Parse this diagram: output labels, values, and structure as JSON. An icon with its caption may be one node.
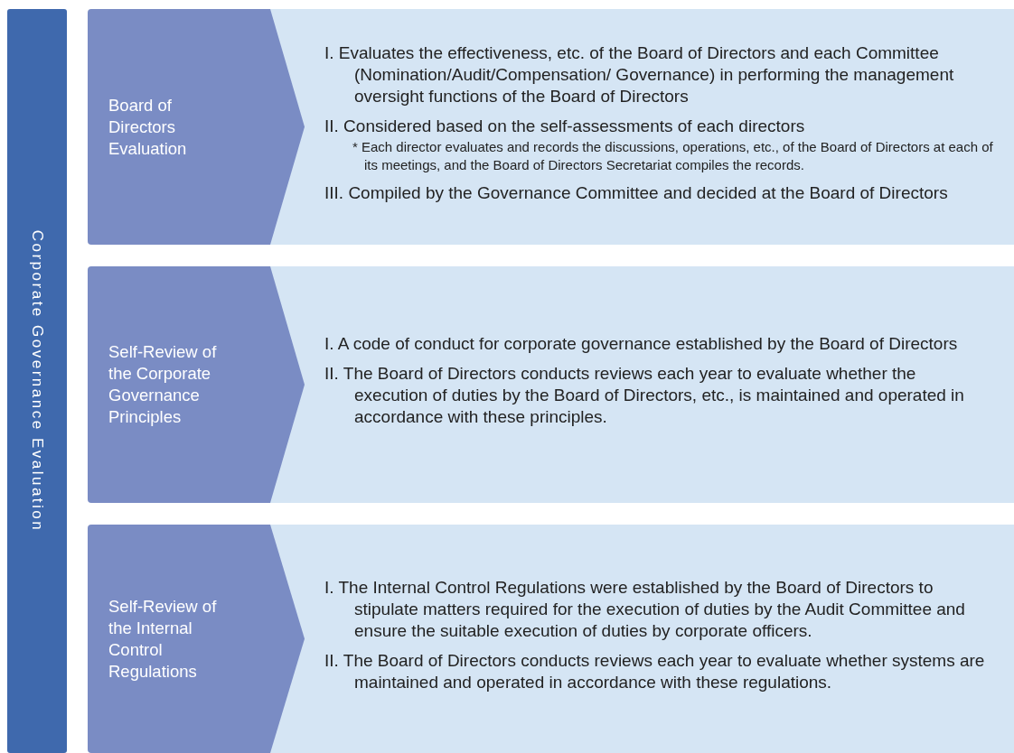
{
  "diagram": {
    "nodes": [
      {
        "text": [
          "Corporate Governance Evaluation"
        ]
      },
      {
        "text": [
          "Board of Directors Evaluation"
        ]
      },
      {
        "text": [
          "I. Evaluates the effectiveness, etc. of the Board of Directors and each Committee (Nomination/Audit/Compensation/ Governance) in performing the management oversight functions of the Board of Directors",
          "II. Considered based on the self-assessments of each directors",
          "* Each director evaluates and records the discussions, operations, etc., of the Board of Directors at each of its meetings, and the Board of Directors Secretariat compiles the records.",
          "III. Compiled by the Governance Committee and decided at the Board of Directors"
        ]
      },
      {
        "text": [
          "Self-Review of the Corporate Governance Principles"
        ]
      },
      {
        "text": [
          "I. A code of conduct for corporate governance established by the Board of Directors",
          "II. The Board of Directors conducts reviews each year to evaluate whether the execution of duties by the Board of Directors, etc., is maintained and operated in accordance with these principles."
        ]
      },
      {
        "text": [
          "Self-Review of the Internal Control Regulations"
        ]
      },
      {
        "text": [
          "I. The Internal Control Regulations were established by the Board of Directors to stipulate matters required for the execution of duties by the Audit Committee and ensure the suitable execution of duties by corporate officers.",
          "II. The Board of Directors conducts reviews each year to evaluate whether systems are maintained and operated in accordance with these regulations."
        ]
      }
    ]
  }
}
